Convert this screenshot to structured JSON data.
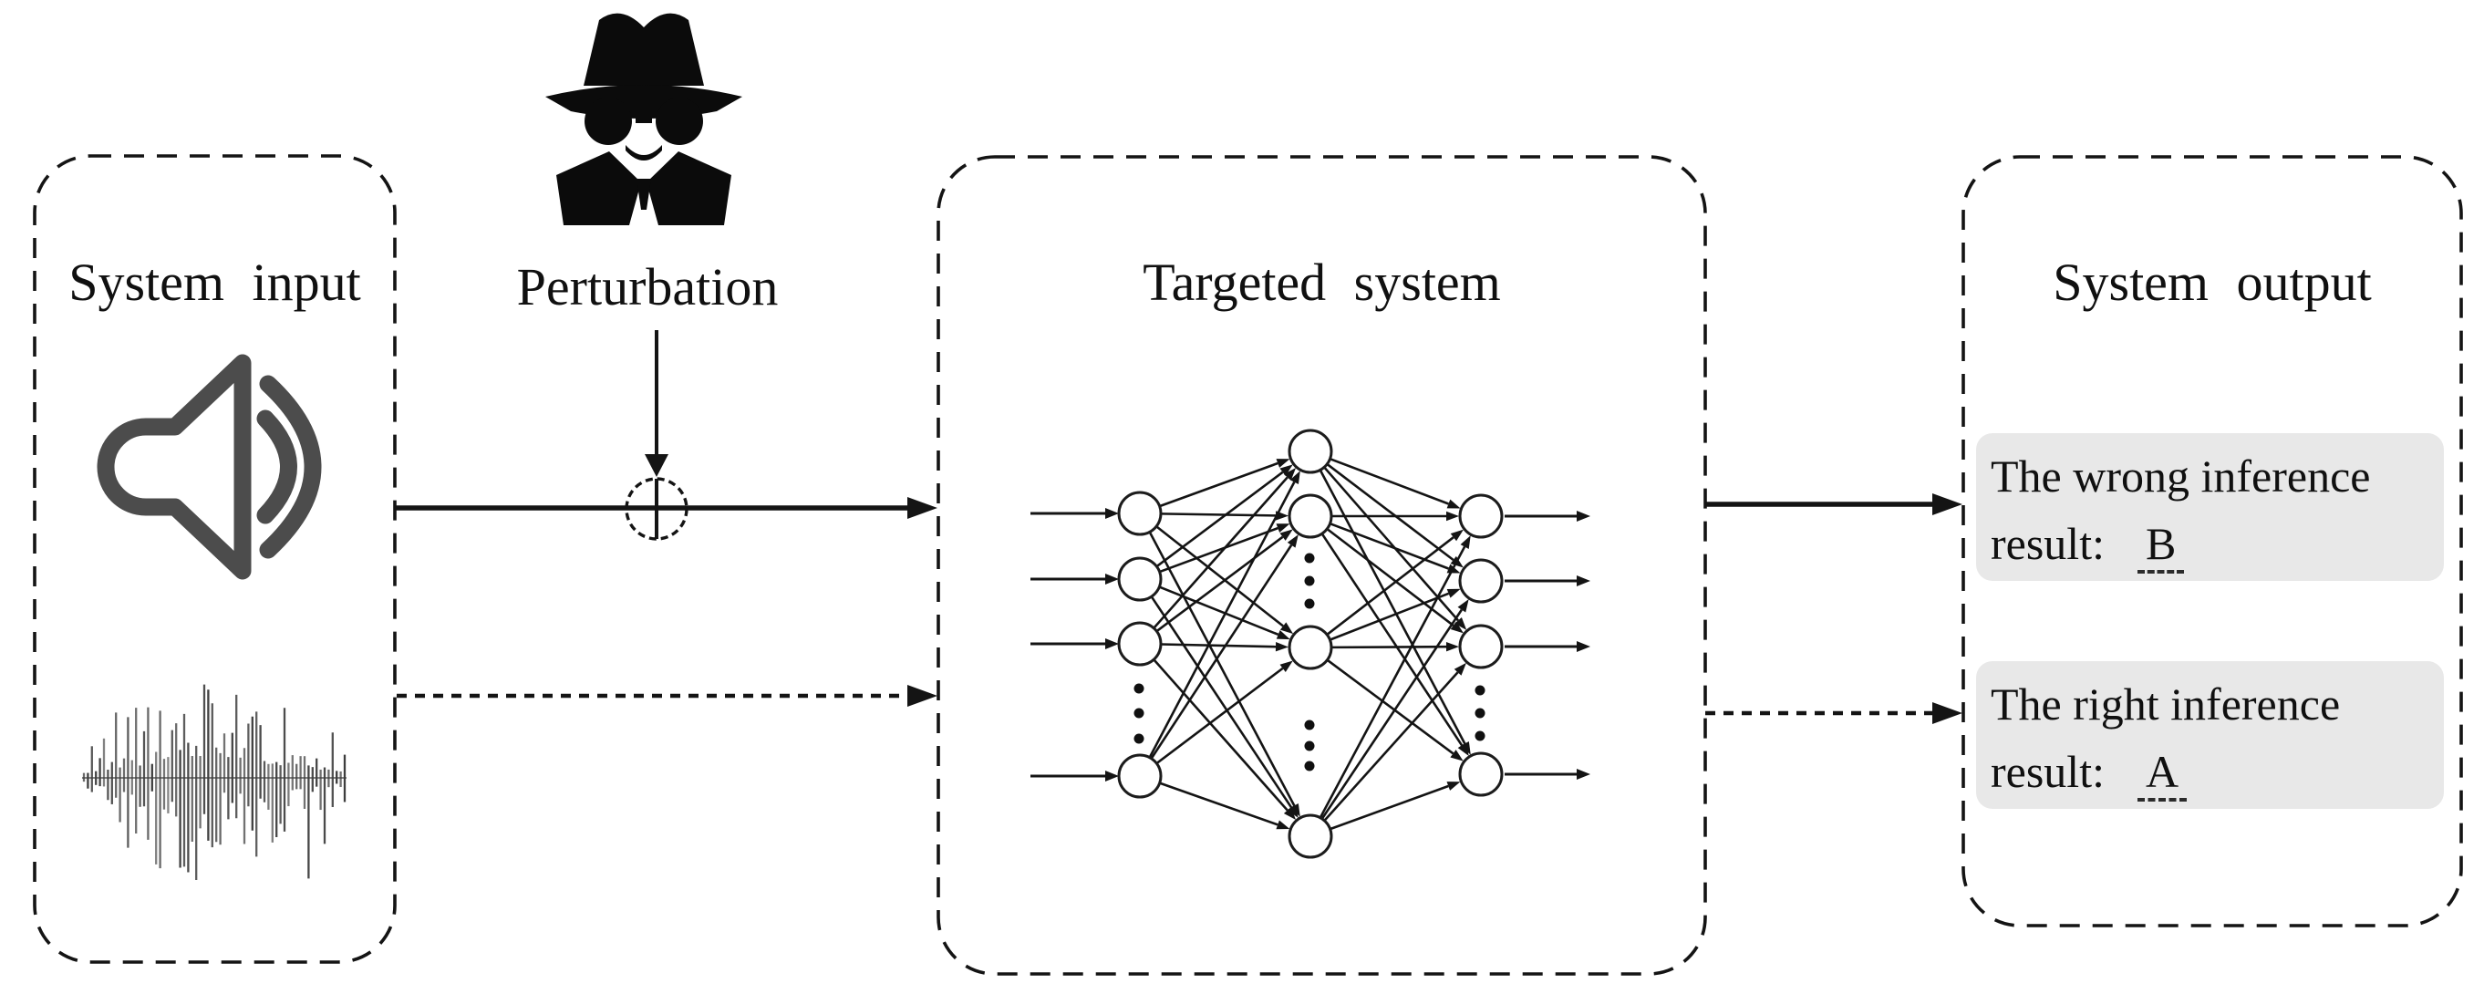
{
  "input_box": {
    "title": "System input"
  },
  "attacker": {
    "label": "Perturbation"
  },
  "targeted_box": {
    "title": "Targeted system"
  },
  "output_box": {
    "title": "System output",
    "results": [
      {
        "type": "wrong",
        "line1": "The wrong inference",
        "line2_label": "result:",
        "value": "B"
      },
      {
        "type": "right",
        "line1": "The right inference",
        "line2_label": "result:",
        "value": "A"
      }
    ]
  },
  "icons": {
    "attacker": "spy-icon",
    "audio_input": "speaker-icon",
    "original_signal": "waveform-graphic",
    "add_operation": "circled-plus-icon",
    "model": "neural-network-graphic"
  },
  "colors": {
    "line": "#141414",
    "icon_gray": "#4c4c4c",
    "waveform": "#3d3d3d",
    "result_box_bg": "#e8e8e8",
    "background": "#ffffff"
  }
}
